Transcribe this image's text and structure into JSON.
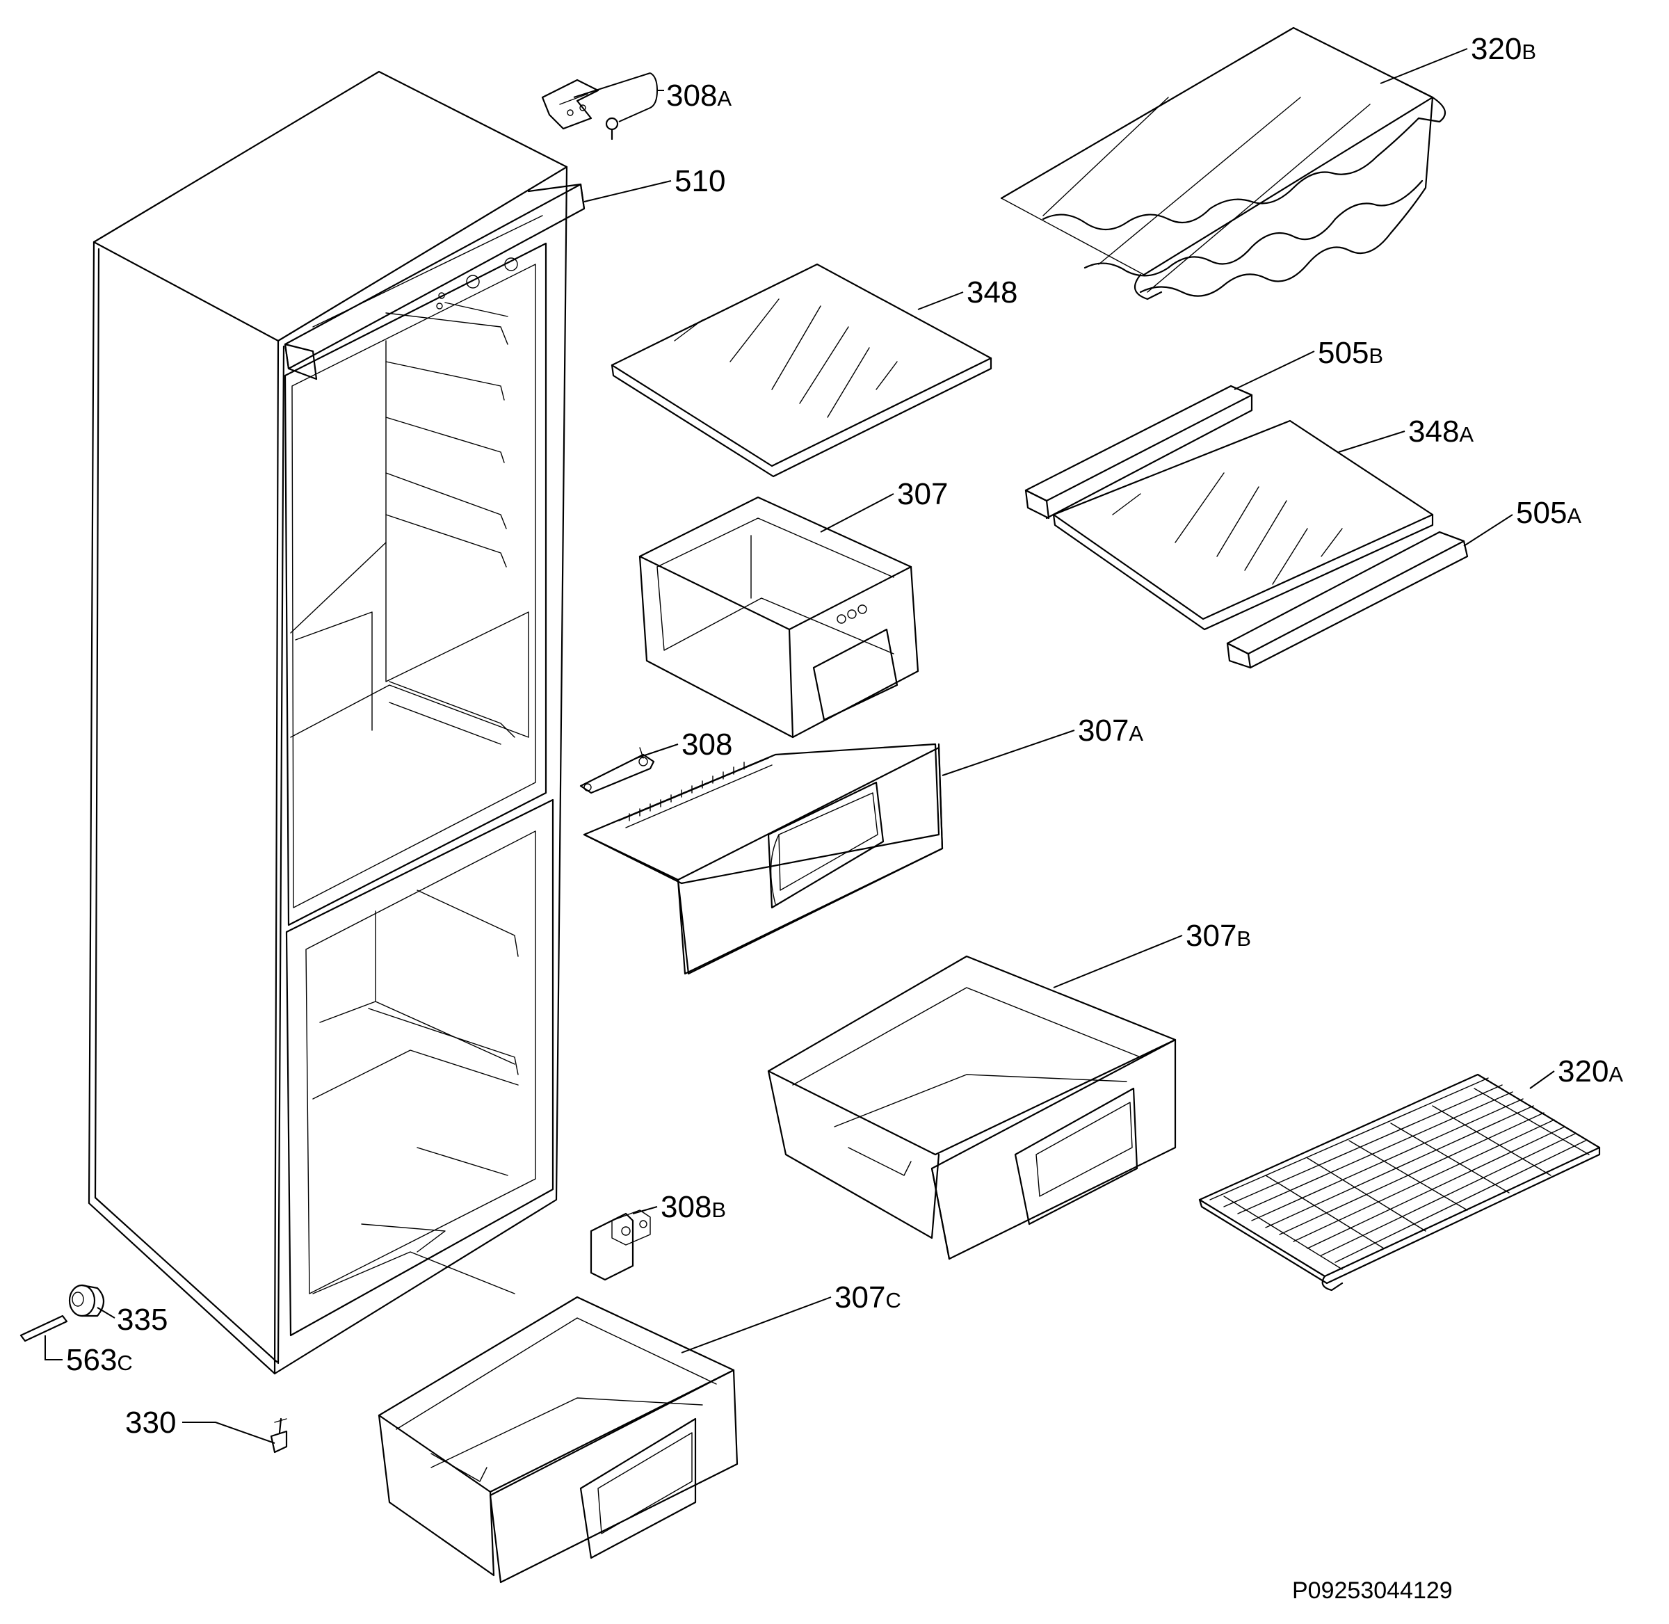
{
  "labels": {
    "l308A": {
      "num": "308",
      "sfx": "A"
    },
    "l510": {
      "num": "510",
      "sfx": ""
    },
    "l320B": {
      "num": "320",
      "sfx": "B"
    },
    "l348": {
      "num": "348",
      "sfx": ""
    },
    "l505B": {
      "num": "505",
      "sfx": "B"
    },
    "l348A": {
      "num": "348",
      "sfx": "A"
    },
    "l307": {
      "num": "307",
      "sfx": ""
    },
    "l505A": {
      "num": "505",
      "sfx": "A"
    },
    "l308": {
      "num": "308",
      "sfx": ""
    },
    "l307A": {
      "num": "307",
      "sfx": "A"
    },
    "l307B": {
      "num": "307",
      "sfx": "B"
    },
    "l320A": {
      "num": "320",
      "sfx": "A"
    },
    "l308B": {
      "num": "308",
      "sfx": "B"
    },
    "l307C": {
      "num": "307",
      "sfx": "C"
    },
    "l335": {
      "num": "335",
      "sfx": ""
    },
    "l563C": {
      "num": "563",
      "sfx": "C"
    },
    "l330": {
      "num": "330",
      "sfx": ""
    }
  },
  "drawing_code": "P09253044129"
}
